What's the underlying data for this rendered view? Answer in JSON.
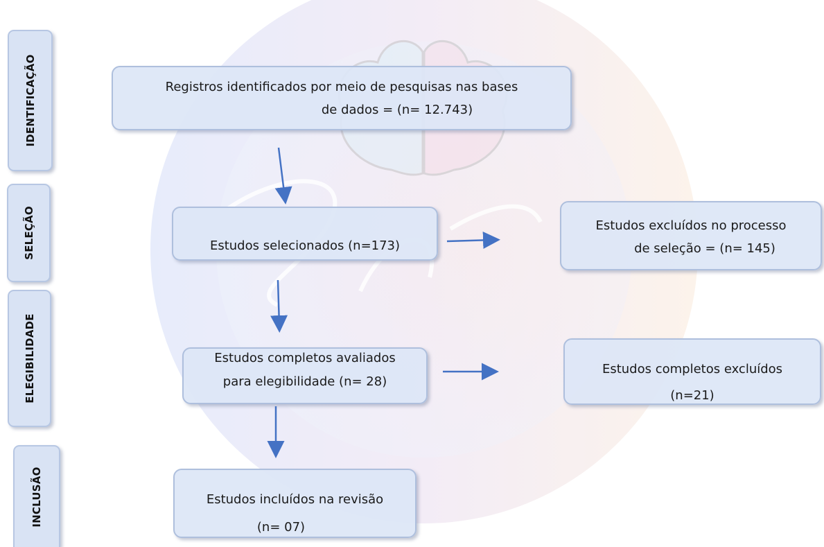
{
  "stages": {
    "identificacao": "IDENTIFICAÇÃO",
    "selecao": "SELEÇÃO",
    "elegibilidade": "ELEGIBILIDADE",
    "inclusao": "INCLUSÃO"
  },
  "boxes": {
    "registros": {
      "line1": "Registros identificados por meio de pesquisas nas bases",
      "line2": "de dados = (n= 12.743)"
    },
    "selecionados": {
      "line1": "Estudos selecionados (n=173)"
    },
    "excluidos_selecao": {
      "line1": "Estudos excluídos no processo",
      "line2": "de seleção = (n= 145)"
    },
    "completos_avaliados": {
      "line1": "Estudos completos avaliados",
      "line2": "para elegibilidade (n= 28)"
    },
    "completos_excluidos": {
      "line1": "Estudos completos excluídos",
      "line2": "(n=21)"
    },
    "incluidos": {
      "line1": "Estudos incluídos na revisão",
      "line2": "(n= 07)"
    }
  },
  "colors": {
    "arrow": "#4472c4",
    "box_fill": "#dde6f6",
    "box_border": "#aebfdd"
  }
}
